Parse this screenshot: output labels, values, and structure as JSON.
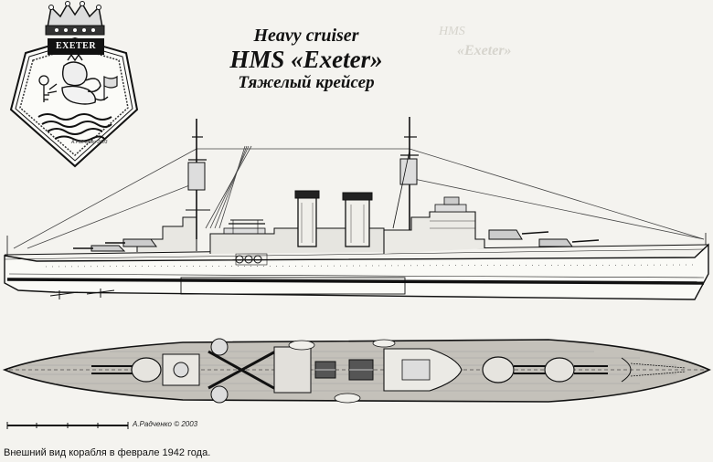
{
  "title": {
    "line1": "Heavy cruiser",
    "line2": "HMS «Exeter»",
    "line3": "Тяжелый крейсер"
  },
  "badge": {
    "ship_name": "EXETER",
    "artist": "А.Радченко 2003"
  },
  "signature": "А.Радченко © 2003",
  "caption": "Внешний вид корабля в феврале 1942 года.",
  "colors": {
    "paper": "#f4f3ef",
    "ink": "#111111",
    "deck": "#bdbab3"
  }
}
